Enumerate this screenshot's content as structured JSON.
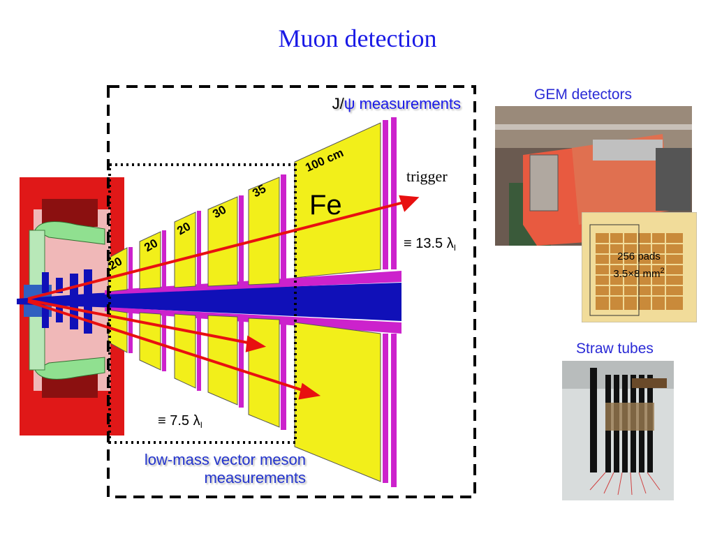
{
  "title": "Muon detection",
  "labels": {
    "jpsi_prefix": "J/",
    "jpsi_psi": "ψ",
    "jpsi_suffix": " measurements",
    "low_mass_line1": "low-mass vector meson",
    "low_mass_line2": "measurements",
    "trigger": "trigger",
    "fe": "Fe",
    "lambda_13_5": "≡ 13.5 λ",
    "lambda_7_5": "≡ 7.5 λ",
    "lambda_sub": "I",
    "thickness_100": "100 cm",
    "thickness_35": "35",
    "thickness_30": "30",
    "thickness_20a": "20",
    "thickness_20b": "20",
    "thickness_20c": "20"
  },
  "gem": {
    "title": "GEM detectors",
    "pads_line1": "256 pads",
    "pads_line2": "3.5×8 mm",
    "pads_sup": "2"
  },
  "straw": {
    "title": "Straw tubes"
  },
  "colors": {
    "title_blue": "#1a1ae6",
    "absorber_yellow": "#f2ef1a",
    "magenta": "#cc22cc",
    "red_arrow": "#e81010",
    "beam_blue": "#1010b8",
    "magnet_red": "#e01818"
  }
}
